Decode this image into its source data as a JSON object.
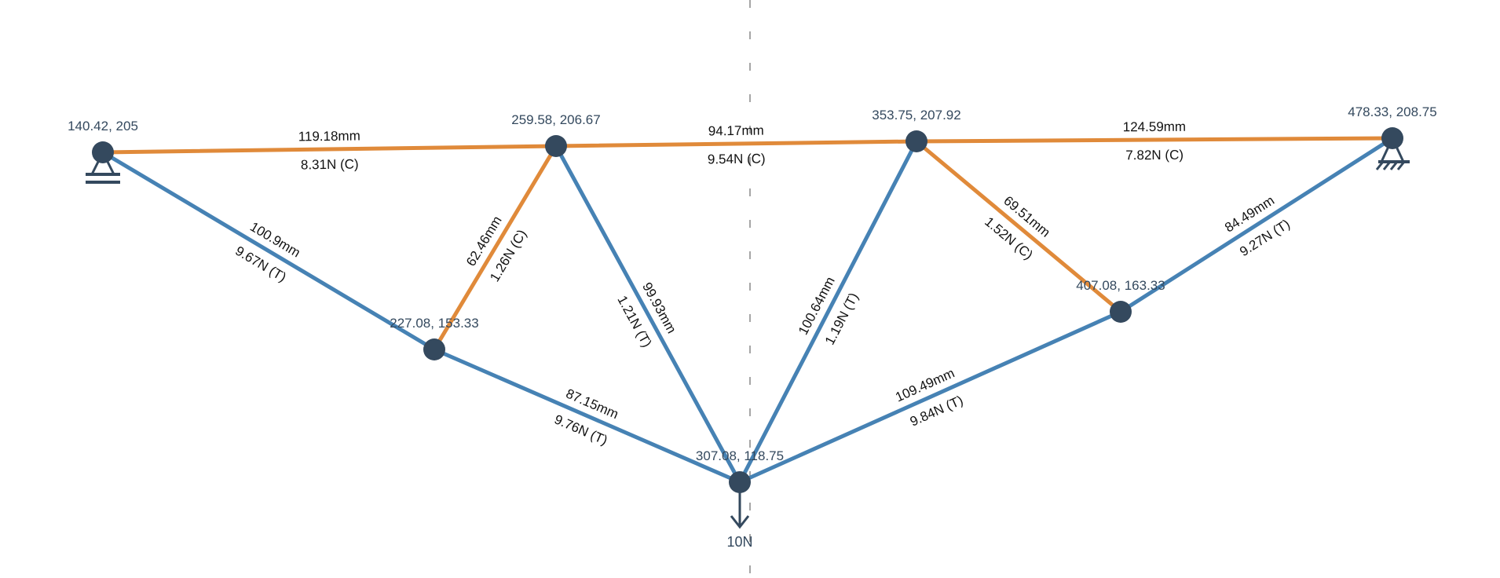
{
  "colors": {
    "tension": "#4682b4",
    "compression": "#e08a3a",
    "node": "#34495e",
    "axis": "#888888"
  },
  "nodes": [
    {
      "id": "A",
      "label": "140.42, 205",
      "support": "pin"
    },
    {
      "id": "B",
      "label": "259.58, 206.67"
    },
    {
      "id": "C",
      "label": "353.75, 207.92"
    },
    {
      "id": "D",
      "label": "478.33, 208.75",
      "support": "roller"
    },
    {
      "id": "E",
      "label": "227.08, 153.33"
    },
    {
      "id": "F",
      "label": "307.08, 118.75"
    },
    {
      "id": "G",
      "label": "407.08, 163.33"
    }
  ],
  "members": [
    {
      "from": "A",
      "to": "B",
      "type": "compression",
      "length": "119.18mm",
      "force": "8.31N (C)"
    },
    {
      "from": "B",
      "to": "C",
      "type": "compression",
      "length": "94.17mm",
      "force": "9.54N (C)"
    },
    {
      "from": "C",
      "to": "D",
      "type": "compression",
      "length": "124.59mm",
      "force": "7.82N (C)"
    },
    {
      "from": "A",
      "to": "E",
      "type": "tension",
      "length": "100.9mm",
      "force": "9.67N (T)"
    },
    {
      "from": "E",
      "to": "B",
      "type": "compression",
      "length": "62.46mm",
      "force": "1.26N (C)"
    },
    {
      "from": "B",
      "to": "F",
      "type": "tension",
      "length": "99.93mm",
      "force": "1.21N (T)"
    },
    {
      "from": "E",
      "to": "F",
      "type": "tension",
      "length": "87.15mm",
      "force": "9.76N (T)"
    },
    {
      "from": "F",
      "to": "C",
      "type": "tension",
      "length": "100.64mm",
      "force": "1.19N (T)"
    },
    {
      "from": "C",
      "to": "G",
      "type": "compression",
      "length": "69.51mm",
      "force": "1.52N (C)"
    },
    {
      "from": "F",
      "to": "G",
      "type": "tension",
      "length": "109.49mm",
      "force": "9.84N (T)"
    },
    {
      "from": "G",
      "to": "D",
      "type": "tension",
      "length": "84.49mm",
      "force": "9.27N (T)"
    }
  ],
  "load": {
    "node": "F",
    "label": "10N"
  }
}
